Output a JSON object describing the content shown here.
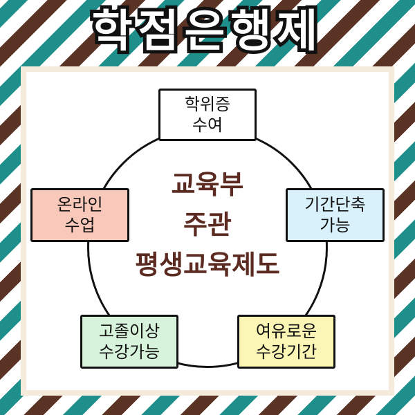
{
  "title": "학점은행제",
  "center": [
    "교육부",
    "주관",
    "평생교육제도"
  ],
  "nodes": [
    {
      "lines": [
        "학위증",
        "수여"
      ],
      "color": "#ffffff"
    },
    {
      "lines": [
        "기간단축",
        "가능"
      ],
      "color": "#d8f1fb"
    },
    {
      "lines": [
        "여유로운",
        "수강기간"
      ],
      "color": "#fbf6b6"
    },
    {
      "lines": [
        "고졸이상",
        "수강가능"
      ],
      "color": "#d8f3dc"
    },
    {
      "lines": [
        "온라인",
        "수업"
      ],
      "color": "#f8c8bb"
    }
  ],
  "colors": {
    "teal": "#1f8f8c",
    "brown": "#5a3324",
    "center_text": "#5b2a20"
  }
}
